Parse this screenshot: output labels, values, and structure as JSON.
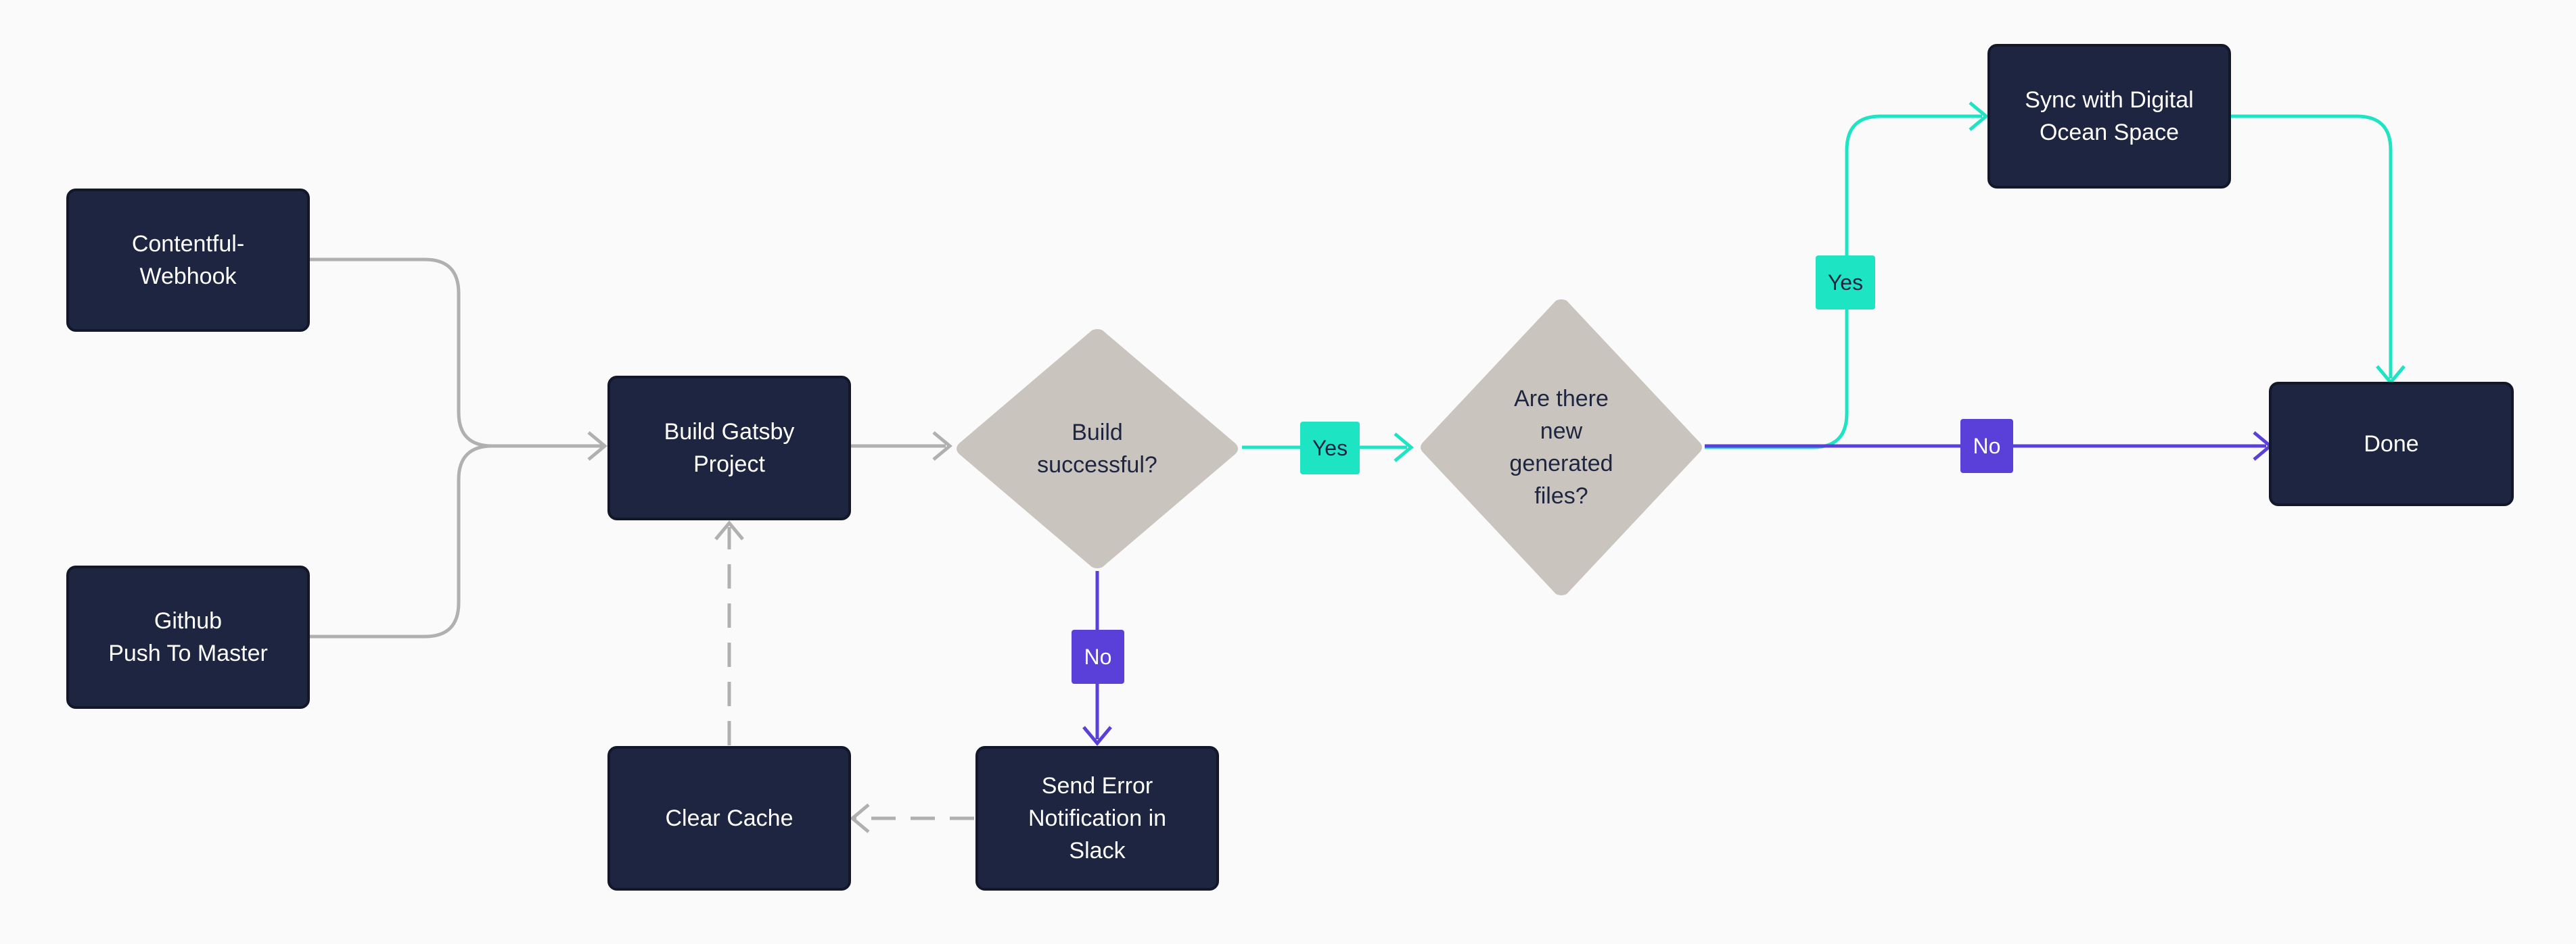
{
  "colors": {
    "background": "#fafafa",
    "node_fill": "#1e2540",
    "decision_fill": "#c9c4be",
    "connector_gray": "#b0b0b0",
    "yes_teal": "#1de4c2",
    "no_purple": "#5a40d8"
  },
  "nodes": {
    "contentful_webhook": "Contentful-\nWebhook",
    "github_push": "Github\nPush To Master",
    "build_gatsby": "Build Gatsby\nProject",
    "clear_cache": "Clear Cache",
    "send_error": "Send Error\nNotification in\nSlack",
    "sync_do": "Sync with Digital\nOcean Space",
    "done": "Done"
  },
  "decisions": {
    "build_successful": "Build\nsuccessful?",
    "new_files": "Are there\nnew\ngenerated\nfiles?"
  },
  "labels": {
    "build_yes": "Yes",
    "build_no": "No",
    "files_yes": "Yes",
    "files_no": "No"
  }
}
